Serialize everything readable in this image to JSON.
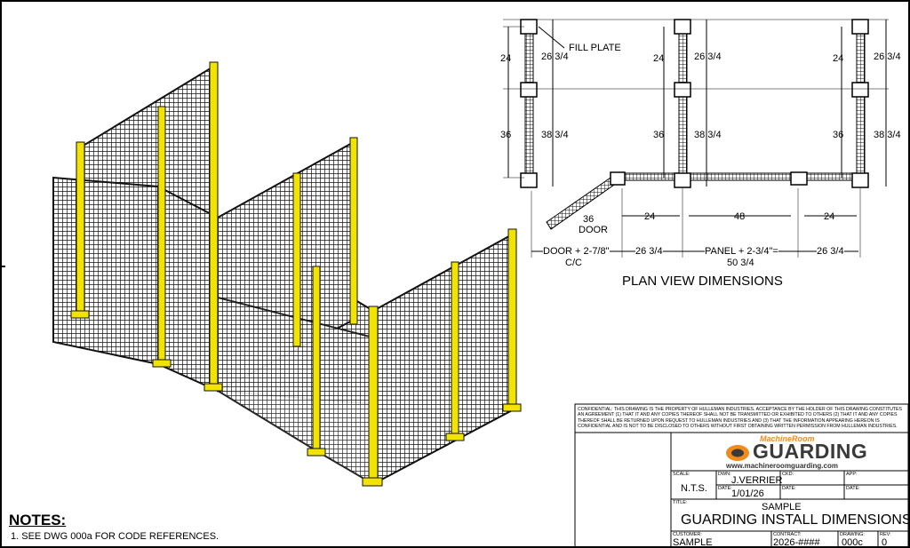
{
  "notes": {
    "heading": "NOTES:",
    "items": [
      "1.  SEE DWG 000a FOR CODE REFERENCES."
    ]
  },
  "plan_view": {
    "title": "PLAN VIEW DIMENSIONS",
    "fill_plate": "FILL PLATE",
    "dims": {
      "left_24": "24",
      "left_36": "36",
      "left_26_34": "26 3/4",
      "left_38_34": "38 3/4",
      "mid_24": "24",
      "mid_36": "36",
      "mid_26_34": "26 3/4",
      "mid_38_34": "38 3/4",
      "right_24": "24",
      "right_36": "36",
      "right_26_34": "26 3/4",
      "right_38_34": "38 3/4",
      "bottom_24a": "24",
      "bottom_48": "48",
      "bottom_24b": "24",
      "door_36": "36",
      "door_label": "DOOR",
      "door_cc_1": "DOOR + 2-7/8\"",
      "door_cc_2": "C/C",
      "bot_26_34a": "26 3/4",
      "panel_1": "PANEL + 2-3/4\"=",
      "panel_2": "50 3/4",
      "bot_26_34b": "26 3/4"
    }
  },
  "title_block": {
    "confidential": "CONFIDENTIAL: THIS DRAWING IS THE PROPERTY OF HULLEMAN INDUSTRIES. ACCEPTANCE BY THE HOLDER OF THIS DRAWING CONSTITUTES AN AGREEMENT (1) THAT IT AND ANY COPIES THEREOF SHALL NOT BE TRANSMITTED OR EXHIBITED TO OTHERS (2) THAT IT AND ANY COPIES THEREOF SHALL BE RETURNED UPON REQUEST TO HULLEMAN INDUSTRIES AND (3) THAT THE INFORMATION APPEARING HEREON IS CONFIDENTIAL AND IS NOT TO BE DISCLOSED TO OTHERS WITHOUT FIRST OBTAINING WRITTEN PERMISSION FROM HULLEMAN INDUSTRIES.",
    "logo_top": "MachineRoom",
    "logo_main": "GUARDING",
    "logo_url": "www.machineroomguarding.com",
    "scale_label": "SCALE:",
    "scale_value": "N.T.S.",
    "dwn_label": "DWN:",
    "dwn_value": "J.VERRIER",
    "ckd_label": "CKD:",
    "app_label": "APP:",
    "date_label": "DATE:",
    "date_value": "1/01/26",
    "date2_label": "DATE:",
    "date3_label": "DATE:",
    "title_label": "TITLE:",
    "title_line1": "SAMPLE",
    "title_line2": "GUARDING INSTALL DIMENSIONS",
    "customer_label": "CUSTOMER:",
    "customer_value": "SAMPLE",
    "contract_label": "CONTRACT:",
    "contract_value": "2026-####",
    "drawing_label": "DRAWING:",
    "drawing_value": "000c",
    "rev_label": "REV:",
    "rev_value": "0"
  },
  "colors": {
    "post_yellow": "#f2e300",
    "mesh_black": "#111111",
    "logo_orange": "#f08c1e"
  }
}
